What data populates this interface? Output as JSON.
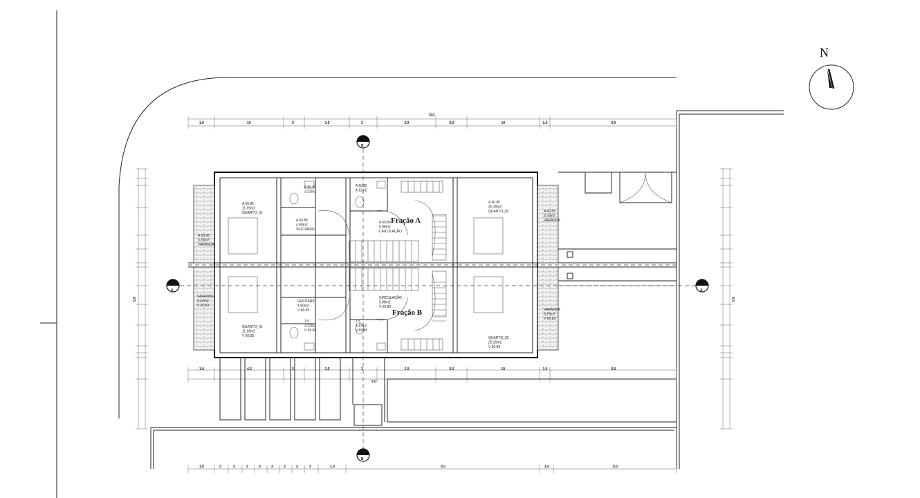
{
  "north_label": "N",
  "fractions": {
    "a": "Fração A",
    "b": "Fração B"
  },
  "section_markers": {
    "top": "B",
    "bottom": "B",
    "left": "A",
    "right": "A"
  },
  "rooms": {
    "a_bedroom1": [
      "A 60.85",
      "11.09m2",
      "QUARTO_01"
    ],
    "a_veranda_left": [
      "A 60.83",
      "3.33m2",
      "VARANDA"
    ],
    "a_closet": [
      "A 60.85",
      "4.90m2",
      "VESTIÁRIO"
    ],
    "a_wc1": [
      "A 60.83",
      "3.22m2"
    ],
    "a_wc2": [
      "A 60.85",
      "4.11m2"
    ],
    "a_circulation": [
      "A 60.85",
      "5.08m2",
      "CIRCULAÇÃO"
    ],
    "a_bedroom2": [
      "A 60.85",
      "20.29m2",
      "QUARTO_02"
    ],
    "a_veranda_right": [
      "A 60.83",
      "3.23m2",
      "VARANDA"
    ],
    "b_veranda_left": [
      "VARANDA",
      "3.33m2",
      "V 60.83"
    ],
    "b_closet": [
      "VESTIÁRIO",
      "4.90m2",
      "V 60.85"
    ],
    "b_bedroom1": [
      "QUARTO_01",
      "11.09m2",
      "V 60.85"
    ],
    "b_wc1": [
      "1.5",
      "3.22m2",
      "V 60.85"
    ],
    "b_wc2": [
      "1.5",
      "4.11m2",
      "V 60.85"
    ],
    "b_circulation": [
      "CIRCULAÇÃO",
      "5.08m2",
      "V 60.85"
    ],
    "b_bedroom2": [
      "QUARTO_02",
      "20.29m2",
      "V 60.85"
    ],
    "b_veranda_right": [
      "VARANDA",
      "3.25m2",
      "V 60.83"
    ]
  },
  "dims": {
    "overall_top": "333",
    "top_row": [
      "1.0",
      "10",
      "3",
      "3.5",
      "3",
      "2.9",
      "5.0",
      "10",
      "1.0",
      "5.0"
    ],
    "bottom_row": [
      "1.0",
      "4.5",
      "3",
      "3.5",
      "3",
      "2.9",
      "5.0",
      "10",
      "1.0",
      "5.0"
    ],
    "bottom_overall": "5.0",
    "base_row": [
      "1.0",
      "3",
      "3",
      "3",
      "3",
      "3",
      "3",
      "3",
      "3",
      "1.0",
      "3.0",
      "1.0",
      "5.0"
    ],
    "left_overall": "5.6",
    "right_overall": "5.6"
  }
}
